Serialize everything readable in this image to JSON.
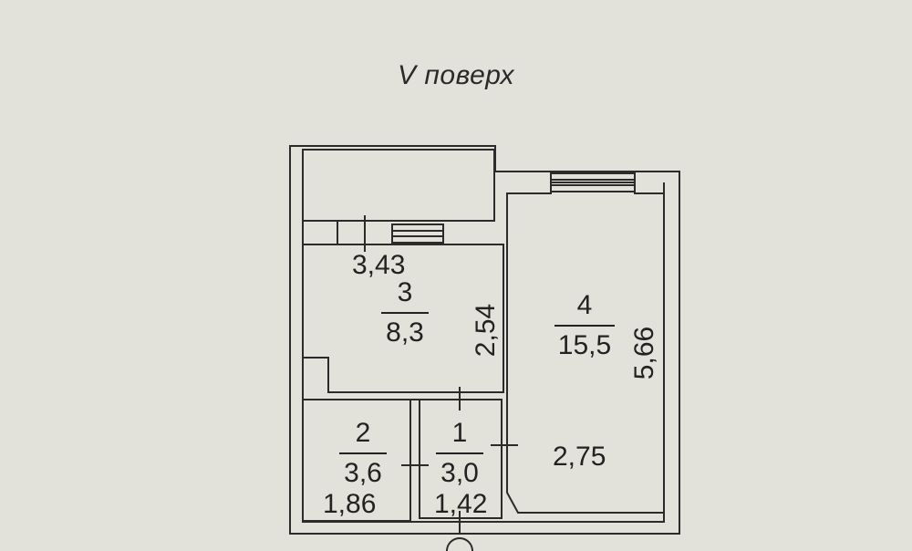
{
  "title": "V поверх",
  "rooms": [
    {
      "number": "1",
      "area": "3,0"
    },
    {
      "number": "2",
      "area": "3,6"
    },
    {
      "number": "3",
      "area": "8,3"
    },
    {
      "number": "4",
      "area": "15,5"
    }
  ],
  "dimensions": {
    "room3_width": "3,43",
    "room3_depth": "2,54",
    "room4_length": "5,66",
    "room4_width": "2,75",
    "room2_width": "1,86",
    "room1_width": "1,42"
  },
  "colors": {
    "paper": "#e3e2da",
    "ink": "#2b2b2b"
  }
}
